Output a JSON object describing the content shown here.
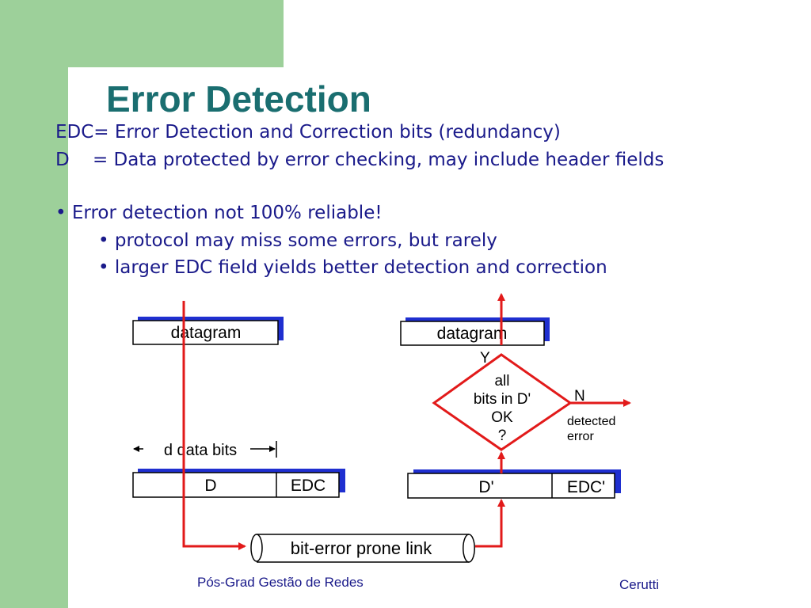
{
  "slide": {
    "title": "Error Detection",
    "lines": [
      "EDC= Error Detection and Correction bits (redundancy)",
      "D    = Data protected by error checking, may include header fields",
      "• Error detection not 100% reliable!",
      "• protocol may miss some errors, but rarely",
      "• larger EDC field yields better detection and correction"
    ],
    "footer_left": "Pós-Grad Gestão de Redes",
    "footer_right": "Cerutti"
  },
  "diagram": {
    "sender_datagram": "datagram",
    "receiver_datagram": "datagram",
    "d_bits_label": "d data bits",
    "sender_d": "D",
    "sender_edc": "EDC",
    "receiver_d": "D'",
    "receiver_edc": "EDC'",
    "link_label": "bit-error prone link",
    "yes_label": "Y",
    "no_label": "N",
    "decision_lines": [
      "all",
      "bits in D'",
      "OK",
      "?"
    ],
    "detected_lines": [
      "detected",
      "error"
    ]
  },
  "colors": {
    "background_green": "#9dd09a",
    "title": "#1a6e70",
    "body_text": "#1a1a8a",
    "arrows": "#e21a1a",
    "box_shadow": "#1f2fd0"
  }
}
